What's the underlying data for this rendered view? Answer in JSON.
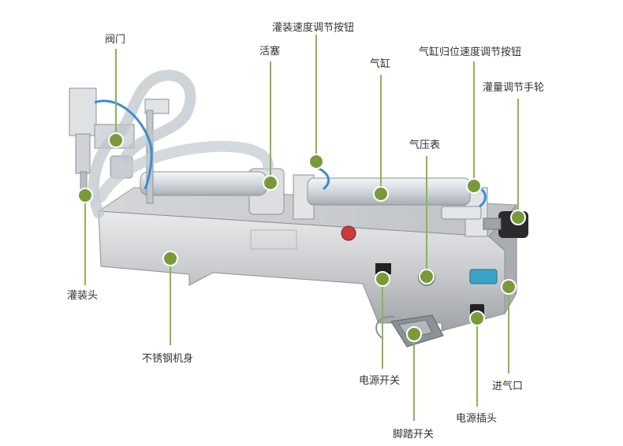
{
  "colors": {
    "marker": "#7a9a3a",
    "leader": "#8fb255",
    "label_text": "#333333",
    "steel": "#c9cbce",
    "tube": "#d8dde2",
    "hose_blue": "#3a8fd0",
    "estop": "#c83c3c"
  },
  "labels": {
    "valve": "阀门",
    "fill_speed_knob": "灌装速度调节按钮",
    "piston": "活塞",
    "cylinder": "气缸",
    "return_speed_knob": "气缸归位速度调节按钮",
    "volume_handwheel": "灌量调节手轮",
    "pressure_gauge": "气压表",
    "filling_head": "灌装头",
    "steel_body": "不锈钢机身",
    "power_switch": "电源开关",
    "air_inlet": "进气口",
    "power_socket": "电源插头",
    "foot_switch": "脚踏开关"
  },
  "icons": [
    "callout-dot-icon"
  ]
}
